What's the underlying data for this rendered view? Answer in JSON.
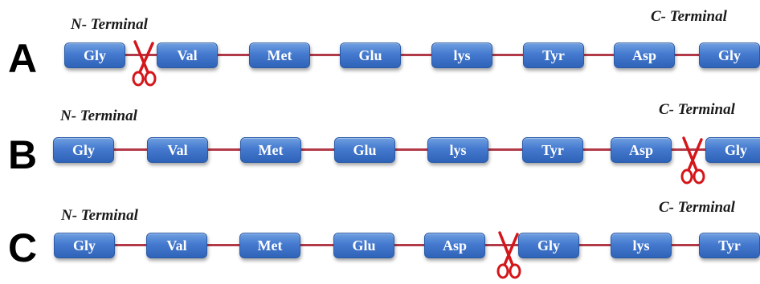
{
  "rows": [
    {
      "label": "A",
      "n_terminal": "N- Terminal",
      "c_terminal": "C- Terminal",
      "residues": [
        "Gly",
        "Val",
        "Met",
        "Glu",
        "lys",
        "Tyr",
        "Asp",
        "Gly"
      ],
      "cut_after": 1
    },
    {
      "label": "B",
      "n_terminal": "N- Terminal",
      "c_terminal": "C- Terminal",
      "residues": [
        "Gly",
        "Val",
        "Met",
        "Glu",
        "lys",
        "Tyr",
        "Asp",
        "Gly"
      ],
      "cut_after": 7
    },
    {
      "label": "C",
      "n_terminal": "N- Terminal",
      "c_terminal": "C- Terminal",
      "residues": [
        "Gly",
        "Val",
        "Met",
        "Glu",
        "Asp",
        "Gly",
        "lys",
        "Tyr"
      ],
      "cut_after": 5
    }
  ],
  "colors": {
    "residue": "#4479cf",
    "chain": "#b23a48",
    "scissors": "#d4161b"
  },
  "icons": {
    "cut": "scissors-icon"
  }
}
